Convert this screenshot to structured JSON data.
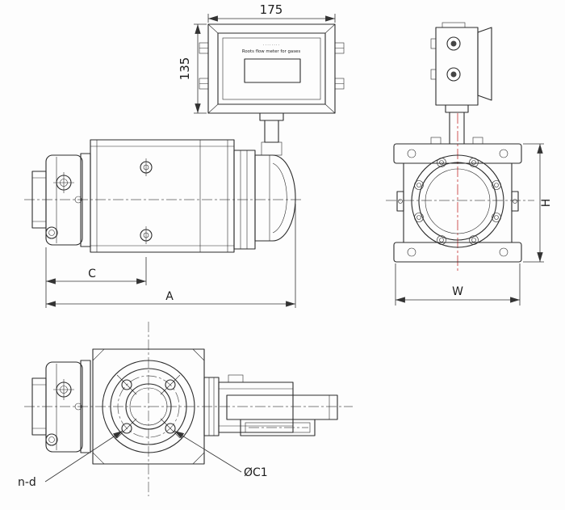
{
  "drawing": {
    "display_unit": {
      "brand_line": "· · · · · · · ·",
      "title": "Roots flow meter for gases"
    },
    "dimensions": {
      "counter_width": "175",
      "counter_height": "135",
      "body_partial_length": "C",
      "body_total_length": "A",
      "flange_width": "W",
      "flange_height": "H",
      "bolt_holes": "n-d",
      "bolt_circle_diameter": "ØC1"
    },
    "colors": {
      "line": "#2b2b2b",
      "dimension": "#333333",
      "centerline": "#555555",
      "centerline_red": "#cc4444",
      "background": "#fdfdfd"
    }
  }
}
